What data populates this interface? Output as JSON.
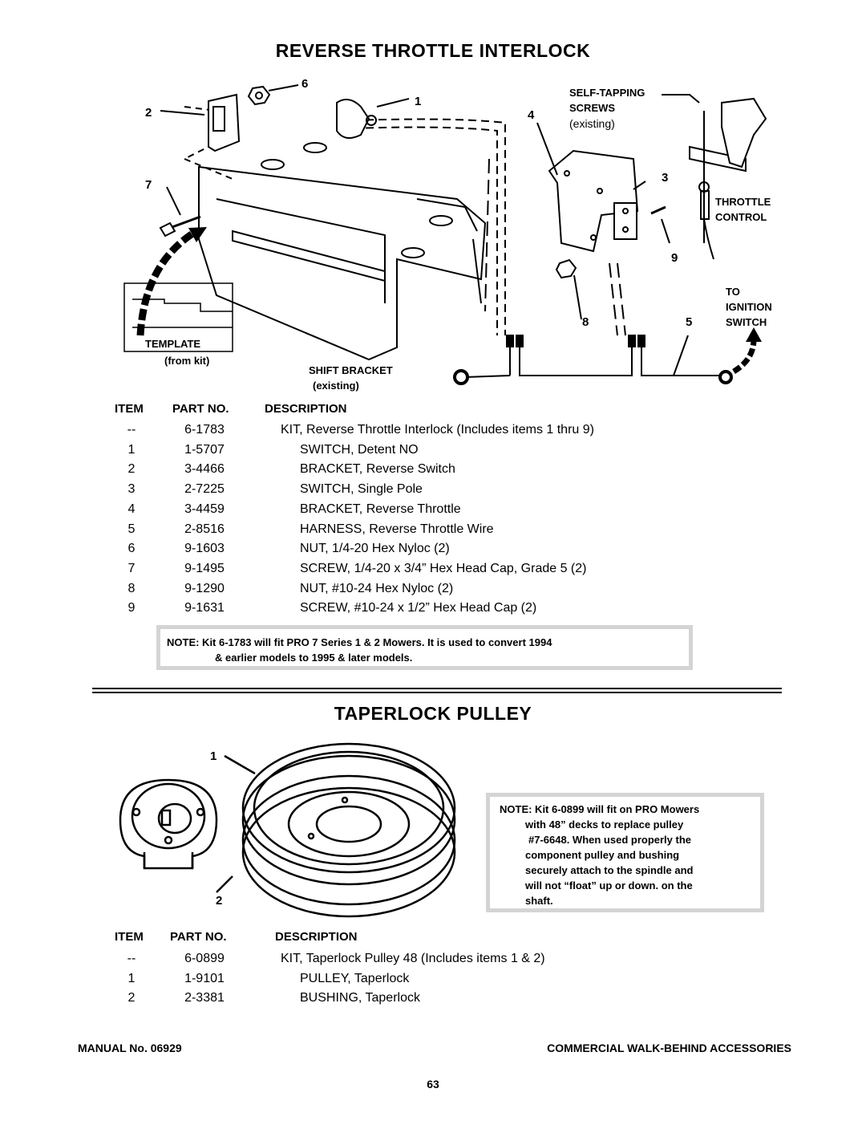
{
  "section1": {
    "title": "REVERSE THROTTLE INTERLOCK",
    "labels": {
      "self_tapping": "SELF-TAPPING",
      "screws": "SCREWS",
      "existing1": "(existing)",
      "throttle": "THROTTLE",
      "control": "CONTROL",
      "to": "TO",
      "ignition": "IGNITION",
      "switch": "SWITCH",
      "template": "TEMPLATE",
      "from_kit": "(from kit)",
      "shift_bracket": "SHIFT BRACKET",
      "existing2": "(existing)"
    },
    "callouts": {
      "n1": "1",
      "n2": "2",
      "n3": "3",
      "n4": "4",
      "n5": "5",
      "n6": "6",
      "n7": "7",
      "n8": "8",
      "n9": "9"
    },
    "table": {
      "headers": {
        "item": "ITEM",
        "part": "PART NO.",
        "desc": "DESCRIPTION"
      },
      "rows": [
        {
          "item": "--",
          "part": "6-1783",
          "desc": "KIT, Reverse Throttle Interlock (Includes items 1 thru 9)"
        },
        {
          "item": "1",
          "part": "1-5707",
          "desc": "SWITCH, Detent NO"
        },
        {
          "item": "2",
          "part": "3-4466",
          "desc": "BRACKET, Reverse Switch"
        },
        {
          "item": "3",
          "part": "2-7225",
          "desc": "SWITCH, Single Pole"
        },
        {
          "item": "4",
          "part": "3-4459",
          "desc": "BRACKET, Reverse Throttle"
        },
        {
          "item": "5",
          "part": "2-8516",
          "desc": "HARNESS, Reverse Throttle Wire"
        },
        {
          "item": "6",
          "part": "9-1603",
          "desc": "NUT, 1/4-20 Hex Nyloc (2)"
        },
        {
          "item": "7",
          "part": "9-1495",
          "desc": "SCREW, 1/4-20 x 3/4” Hex Head Cap, Grade 5 (2)"
        },
        {
          "item": "8",
          "part": "9-1290",
          "desc": "NUT, #10-24 Hex Nyloc (2)"
        },
        {
          "item": "9",
          "part": "9-1631",
          "desc": "SCREW, #10-24 x 1/2” Hex Head Cap (2)"
        }
      ]
    },
    "note_line1": "NOTE: Kit 6-1783 will fit  PRO 7 Series 1 & 2 Mowers. It is used to convert 1994",
    "note_line2": "& earlier models to 1995 & later models."
  },
  "section2": {
    "title": "TAPERLOCK PULLEY",
    "callouts": {
      "n1": "1",
      "n2": "2"
    },
    "note_lines": [
      "NOTE: Kit 6-0899 will fit on PRO Mowers",
      "with 48” decks to replace pulley",
      "#7-6648. When used  properly the",
      "component pulley and bushing",
      "securely attach to the spindle and",
      "will not “float” up or down. on the",
      "shaft."
    ],
    "table": {
      "headers": {
        "item": "ITEM",
        "part": "PART NO.",
        "desc": "DESCRIPTION"
      },
      "rows": [
        {
          "item": "--",
          "part": "6-0899",
          "desc": "KIT, Taperlock Pulley 48 (Includes items 1 & 2)"
        },
        {
          "item": "1",
          "part": "1-9101",
          "desc": "PULLEY, Taperlock"
        },
        {
          "item": "2",
          "part": "2-3381",
          "desc": "BUSHING, Taperlock"
        }
      ]
    }
  },
  "footer": {
    "manual": "MANUAL No. 06929",
    "title": "COMMERCIAL WALK-BEHIND ACCESSORIES",
    "page": "63"
  }
}
